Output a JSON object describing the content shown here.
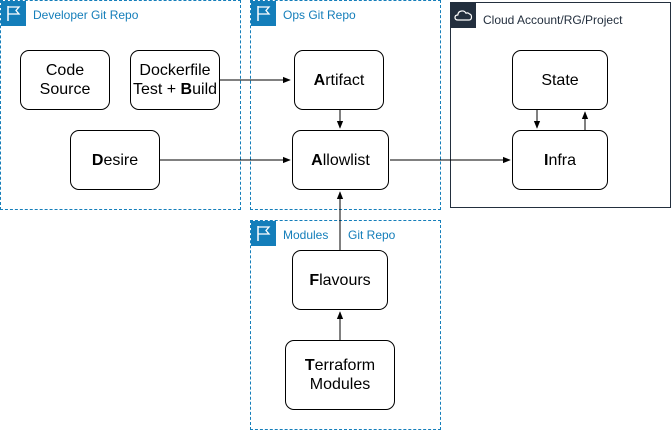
{
  "groups": {
    "developer": {
      "label": "Developer Git Repo"
    },
    "ops": {
      "label": "Ops Git Repo"
    },
    "modules": {
      "label_left": "Modules",
      "label_right": "Git Repo"
    },
    "cloud": {
      "label": "Cloud Account/RG/Project"
    }
  },
  "nodes": {
    "code_source": {
      "line1": "Code",
      "line2": "Source"
    },
    "dockerfile": {
      "line1": "Dockerfile",
      "line2_prefix": "Test + ",
      "line2_bold": "B",
      "line2_rest": "uild"
    },
    "desire": {
      "bold": "D",
      "rest": "esire"
    },
    "artifact": {
      "bold": "A",
      "rest": "rtifact"
    },
    "allowlist": {
      "bold": "A",
      "rest": "llowlist"
    },
    "flavours": {
      "bold": "F",
      "rest": "lavours"
    },
    "terraform_modules": {
      "line1_bold": "T",
      "line1_rest": "erraform",
      "line2": "Modules"
    },
    "state": {
      "label": "State"
    },
    "infra": {
      "bold": "I",
      "rest": "nfra"
    }
  },
  "colors": {
    "group_border": "#147EBA",
    "cloud_border": "#232F3E",
    "edge": "#000000"
  },
  "edges": [
    {
      "from": "dockerfile",
      "to": "artifact"
    },
    {
      "from": "artifact",
      "to": "allowlist"
    },
    {
      "from": "desire",
      "to": "allowlist"
    },
    {
      "from": "flavours",
      "to": "allowlist"
    },
    {
      "from": "terraform_modules",
      "to": "flavours"
    },
    {
      "from": "allowlist",
      "to": "infra"
    },
    {
      "from": "state",
      "to": "infra"
    },
    {
      "from": "infra",
      "to": "state"
    }
  ]
}
